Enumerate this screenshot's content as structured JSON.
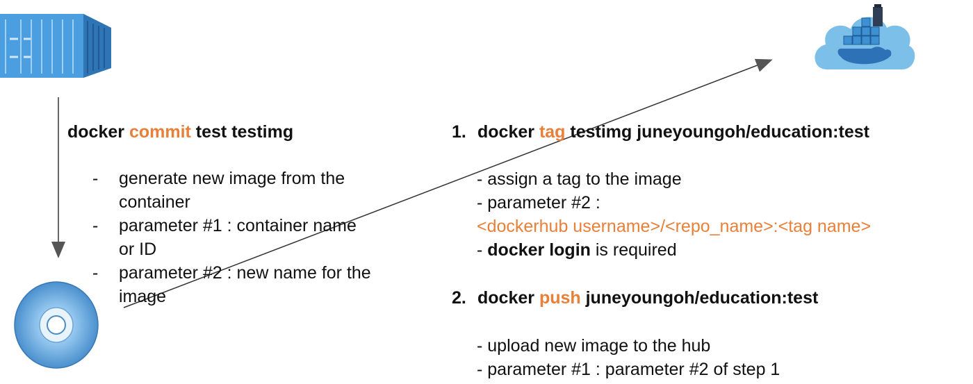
{
  "colors": {
    "accent": "#e8803a",
    "arrow": "#666666",
    "text": "#111111"
  },
  "icons": {
    "container": "shipping-container-icon",
    "image_disc": "cd-disc-icon",
    "hub": "docker-whale-cloud-icon"
  },
  "left": {
    "command": {
      "pre": "docker ",
      "keyword": "commit",
      "post": " test testimg"
    },
    "bullets": [
      {
        "dash": "-",
        "lines": [
          "generate new image from the",
          "container"
        ]
      },
      {
        "dash": "-",
        "lines": [
          "parameter #1 : container name",
          "or ID"
        ]
      },
      {
        "dash": "-",
        "lines": [
          "parameter #2 : new name for the",
          "image"
        ]
      }
    ]
  },
  "step1": {
    "number": "1.",
    "command": {
      "pre": "docker ",
      "keyword": "tag",
      "post": " testimg juneyoungoh/education:test"
    },
    "line1": "- assign a tag to the image",
    "line2": "- parameter #2 :",
    "line3": "<dockerhub username>/<repo_name>:<tag name>",
    "line4_dash": "- ",
    "line4_bold": "docker login",
    "line4_rest": " is required"
  },
  "step2": {
    "number": "2.",
    "command": {
      "pre": "docker ",
      "keyword": "push",
      "post": " juneyoungoh/education:test"
    },
    "line1": "- upload new image to the hub",
    "line2": "- parameter #1 : parameter #2 of step 1"
  }
}
